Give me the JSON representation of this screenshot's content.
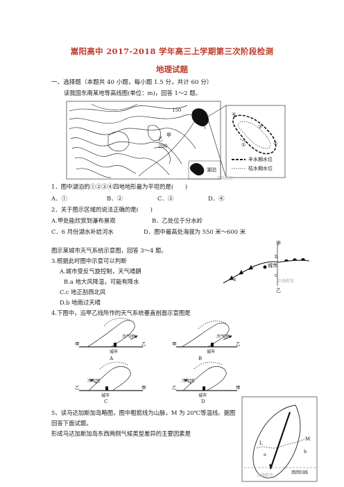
{
  "header": {
    "title": "嵩阳高中 2017-2018 学年高三上学期第三次阶段检测",
    "subtitle": "地理试题"
  },
  "section1": {
    "heading": "一、选择题（本题共 40 小题，每小题 1.5 分，共计 60 分）",
    "intro": "读我国东南某地等高线图(单位：m)，回答 1～2 题。"
  },
  "map1": {
    "labels": {
      "c150": "150",
      "c200": "200",
      "jia": "甲",
      "yi": "乙",
      "lake": "湖泊"
    },
    "legend": {
      "high_water": "丰水期水位",
      "low_water": "枯水期水位"
    },
    "markers": [
      "①",
      "②",
      "③",
      "④"
    ]
  },
  "q1": {
    "stem": "1．图中湖泊的①②③④四地地形最为平坦的是(　　)",
    "options": [
      "A．①",
      "B．②",
      "C．③",
      "D．④"
    ]
  },
  "q2": {
    "stem": "2．关于图示区域的说法正确的是(　　)",
    "options": [
      "A.甲处能欣赏到瀑布景观",
      "B．乙处位于分水岭",
      "C．6 月份湖水补给河水",
      "D．图中最高处海拔为 550 米～600 米"
    ]
  },
  "section2": {
    "intro": "图示某城市天气系统示意图，回答 3～4 题。"
  },
  "q3": {
    "stem": "3.根据此时图中示意可以判断",
    "options": [
      "A.城市受反气旋控制，天气晴朗",
      "B.a 地大风降温，可能有降水",
      "C.c 地正刮西北风",
      "D.b 地雨过天晴"
    ]
  },
  "weather_map": {
    "labels": {
      "jia": "甲",
      "yi": "乙",
      "city": "城市",
      "a": "a",
      "b": "b",
      "c": "c"
    }
  },
  "q4": {
    "stem": "4.下图中，沿甲乙线所作的天气系统垂直剖面示意图是"
  },
  "sections4": {
    "panels": [
      {
        "letter": "A",
        "left": "甲",
        "right": "乙",
        "air": "冷气团",
        "city": "城市"
      },
      {
        "letter": "B",
        "left": "甲",
        "right": "乙",
        "air": "冷气团",
        "city": "城市"
      },
      {
        "letter": "C",
        "left": "乙",
        "right": "甲",
        "air": "冷气团",
        "city": "城市"
      },
      {
        "letter": "D",
        "left": "乙",
        "right": "甲",
        "air": "冷气团",
        "city": "城市"
      }
    ]
  },
  "q5": {
    "line1": "5、读马达加斯加岛略图，图中粗箭线为山脉，M 为 20℃等温线。据图",
    "line2": "回答下面试题。",
    "line3": "形成马达加斯加岛东西两侧气候类型差异的主要因素是"
  },
  "madagascar": {
    "labels": {
      "L": "L",
      "M": "M",
      "a": "a",
      "b": "b",
      "tropic": "南回归线"
    }
  },
  "watermark": "正确教育"
}
